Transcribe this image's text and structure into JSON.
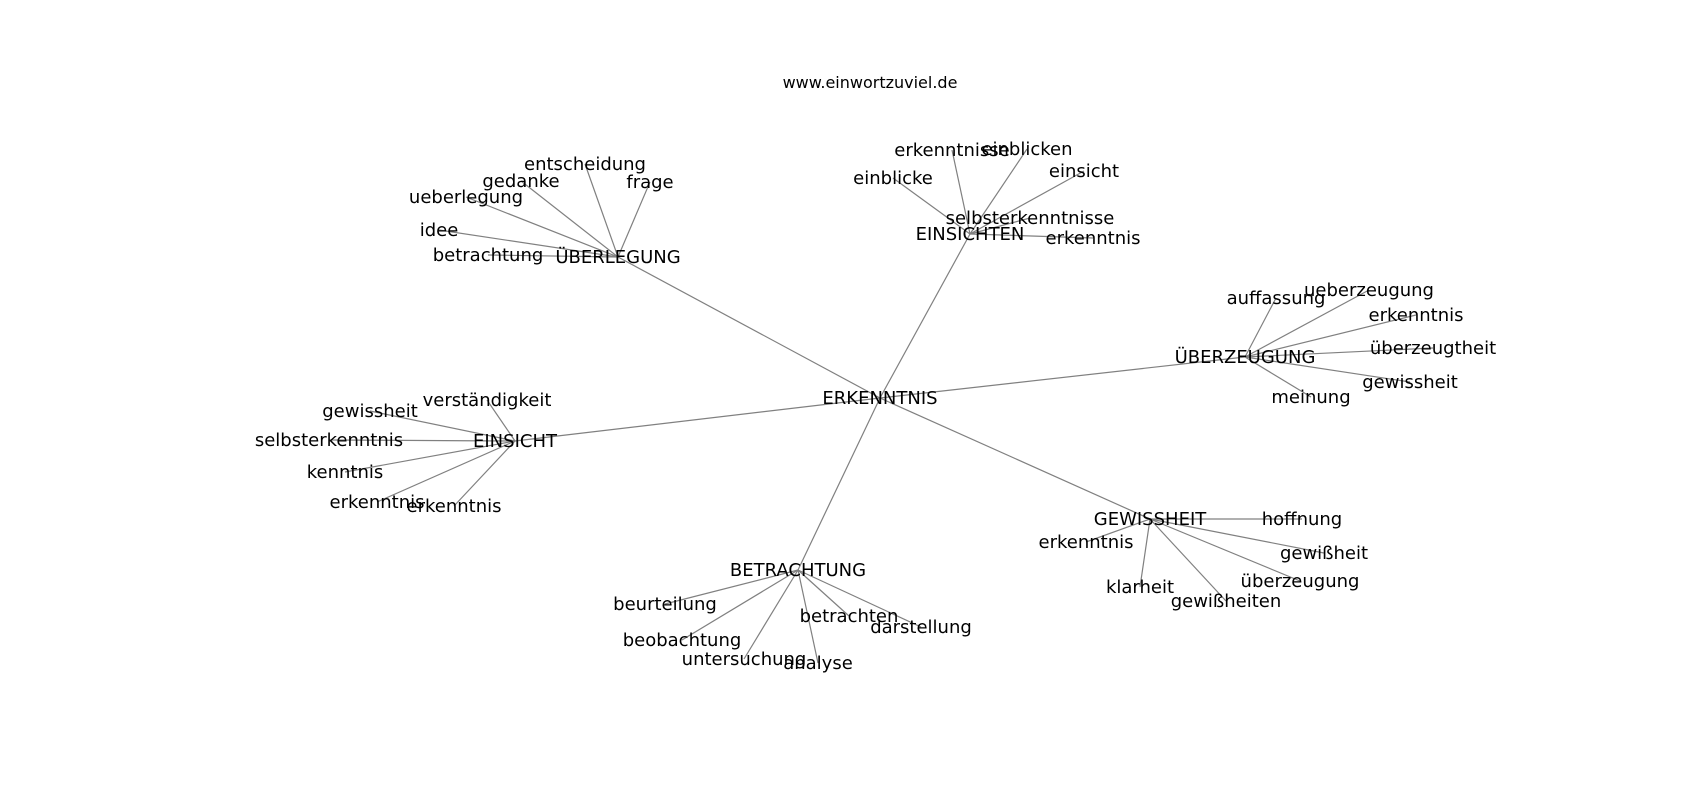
{
  "source": "www.einwortzuviel.de",
  "graph": {
    "center": "ERKENNTNIS",
    "clusters": [
      {
        "hub": "ÜBERLEGUNG",
        "leaves": [
          "entscheidung",
          "gedanke",
          "frage",
          "ueberlegung",
          "idee",
          "betrachtung"
        ]
      },
      {
        "hub": "EINSICHTEN",
        "leaves": [
          "erkenntnisse",
          "einblicken",
          "einsicht",
          "einblicke",
          "selbsterkenntnisse",
          "erkenntnis"
        ]
      },
      {
        "hub": "ÜBERZEUGUNG",
        "leaves": [
          "auffassung",
          "ueberzeugung",
          "erkenntnis",
          "überzeugtheit",
          "gewissheit",
          "meinung"
        ]
      },
      {
        "hub": "EINSICHT",
        "leaves": [
          "verständigkeit",
          "gewissheit",
          "selbsterkenntnis",
          "kenntnis",
          "erkenntnis",
          "erkenntnis"
        ]
      },
      {
        "hub": "GEWISSHEIT",
        "leaves": [
          "hoffnung",
          "erkenntnis",
          "gewißheit",
          "überzeugung",
          "klarheit",
          "gewißheiten"
        ]
      },
      {
        "hub": "BETRACHTUNG",
        "leaves": [
          "beurteilung",
          "betrachten",
          "darstellung",
          "beobachtung",
          "untersuchung",
          "analyse"
        ]
      }
    ]
  }
}
